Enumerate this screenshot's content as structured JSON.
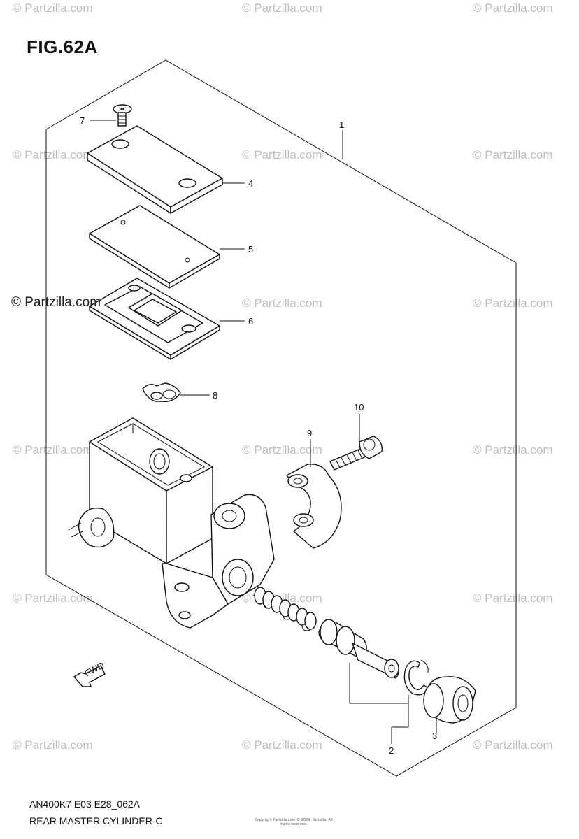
{
  "figure_title": "FIG.62A",
  "diagram_code": "AN400K7 E03 E28_062A",
  "diagram_name": "REAR MASTER CYLINDER-C",
  "copyright_small": "Copyright\nPartzilla.com © 2024. Partzilla. All rights reserved.",
  "watermark_text": "© Partzilla.com",
  "fwd_label": "FWD",
  "callouts": {
    "c1": "1",
    "c2": "2",
    "c3": "3",
    "c4": "4",
    "c5": "5",
    "c6": "6",
    "c7": "7",
    "c8": "8",
    "c9": "9",
    "c10": "10"
  }
}
